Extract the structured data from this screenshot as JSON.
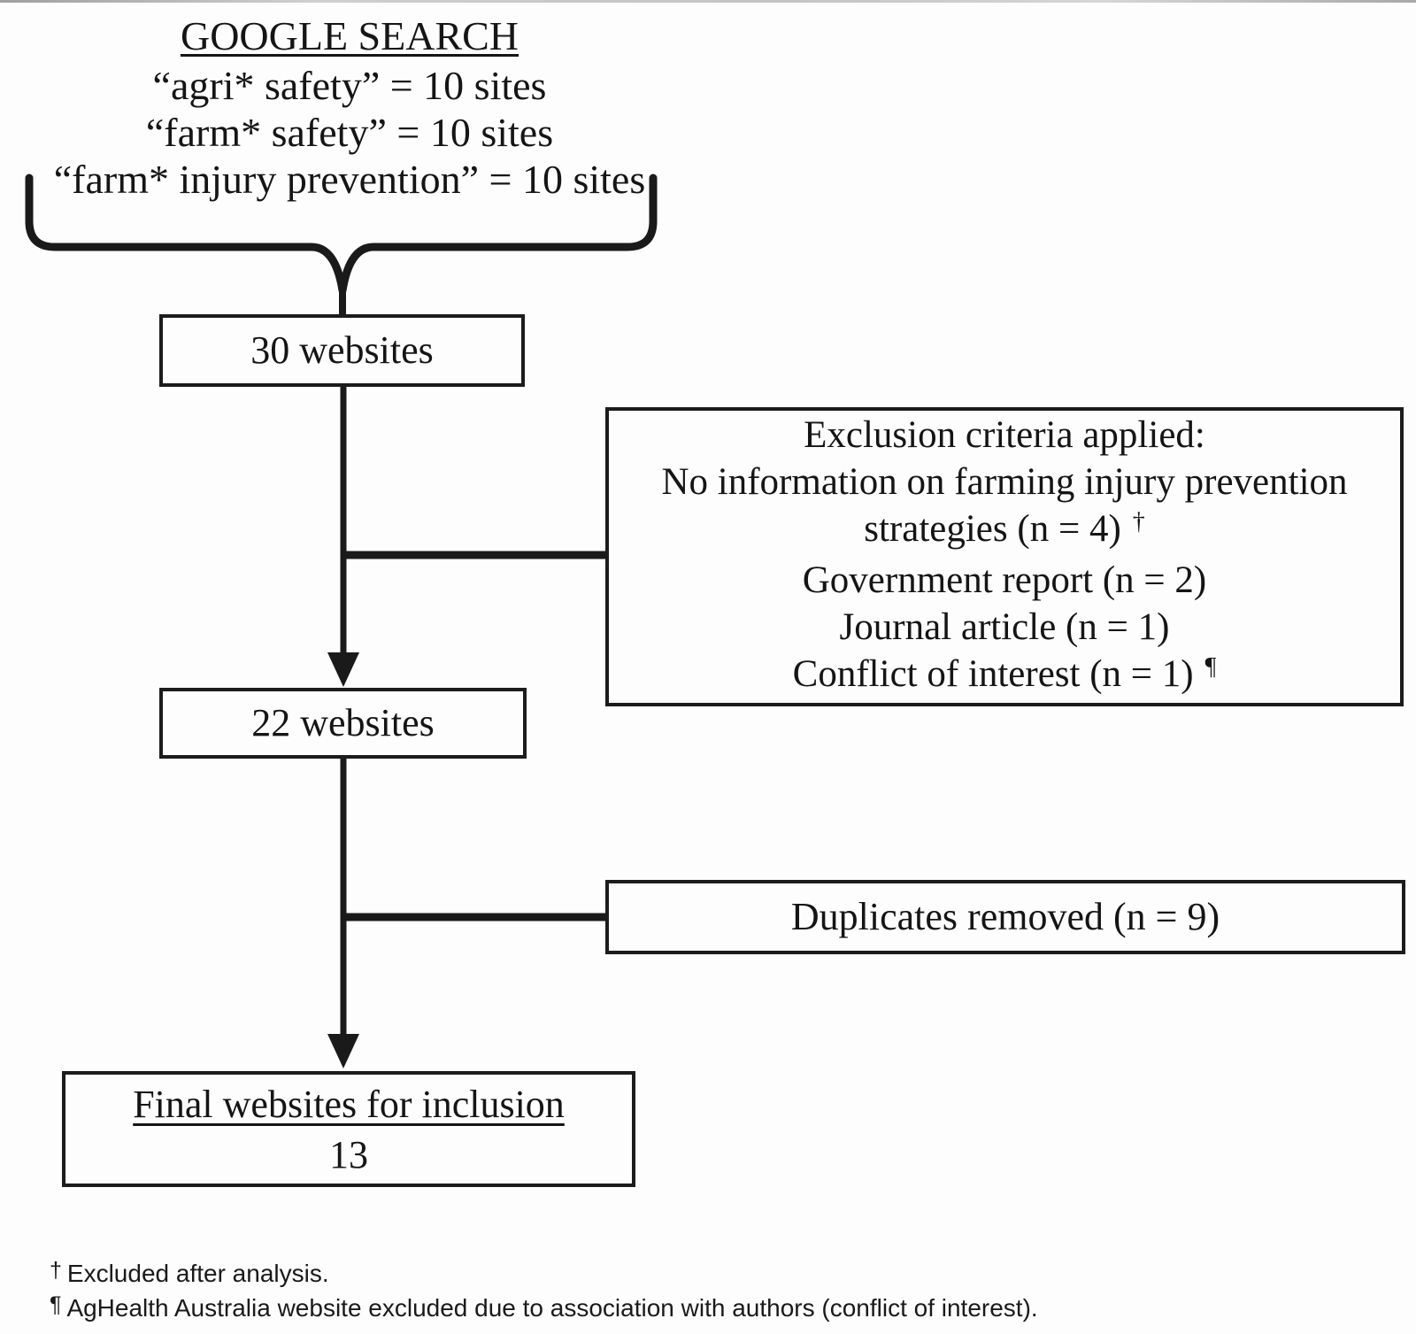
{
  "header": {
    "title": "GOOGLE SEARCH",
    "terms": [
      "“agri* safety” = 10 sites",
      "“farm* safety” = 10 sites",
      "“farm* injury prevention” = 10 sites"
    ]
  },
  "boxes": {
    "websites_30": "30 websites",
    "websites_22": "22 websites",
    "exclusion": {
      "lines": [
        {
          "text": "Exclusion criteria applied:",
          "sup": ""
        },
        {
          "text": "No information on farming injury prevention",
          "sup": ""
        },
        {
          "text": "strategies (n = 4)",
          "sup": "†"
        },
        {
          "text": "Government report (n = 2)",
          "sup": ""
        },
        {
          "text": "Journal article (n = 1)",
          "sup": ""
        },
        {
          "text": "Conflict of interest (n = 1)",
          "sup": "¶"
        }
      ]
    },
    "duplicates": "Duplicates removed (n = 9)",
    "final": {
      "title": "Final websites for inclusion",
      "count": "13"
    }
  },
  "footnotes": [
    {
      "symbol": "†",
      "text": "Excluded after analysis."
    },
    {
      "symbol": "¶",
      "text": "AgHealth Australia website excluded due to association with authors (conflict of interest)."
    }
  ],
  "colors": {
    "ink": "#1a1a1a",
    "background": "#fdfdfd"
  }
}
